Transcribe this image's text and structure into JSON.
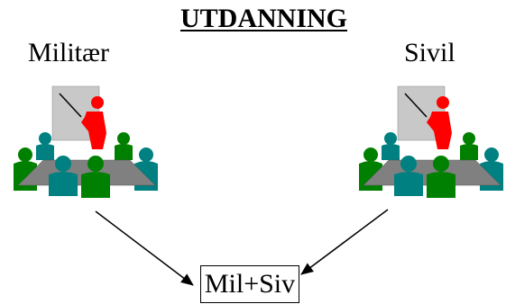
{
  "diagram": {
    "title": "UTDANNING",
    "left_label": "Militær",
    "right_label": "Sivil",
    "result_label": "Mil+Siv"
  },
  "colors": {
    "board": "#c8c8c8",
    "presenter": "#ff0000",
    "table": "#808080",
    "teal": "#008080",
    "green": "#008000",
    "stroke": "#000000"
  },
  "icons": {
    "left_group": "classroom-presentation-icon",
    "right_group": "classroom-presentation-icon"
  }
}
